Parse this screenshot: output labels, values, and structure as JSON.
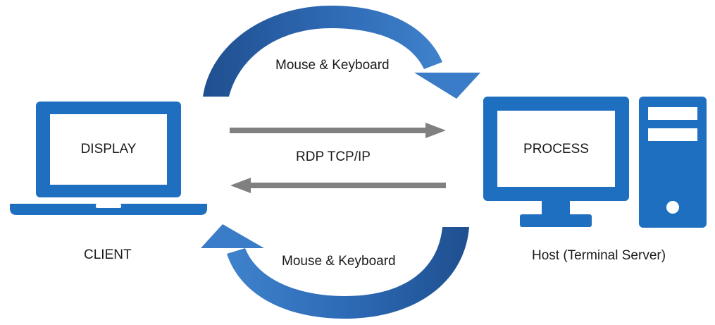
{
  "labels": {
    "top_arrow": "Mouse & Keyboard",
    "bottom_arrow": "Mouse & Keyboard",
    "protocol": "RDP TCP/IP",
    "client_screen": "DISPLAY",
    "host_screen": "PROCESS",
    "client_caption": "CLIENT",
    "host_caption": "Host (Terminal Server)"
  },
  "colors": {
    "device_blue": "#1f6fc1",
    "arrow_blue_light": "#3f7fc8",
    "arrow_blue_dark": "#1f4f8f",
    "line_gray": "#808080",
    "screen_fill": "#ffffff"
  },
  "icons": {
    "client": "laptop-icon",
    "host": "desktop-computer-icon"
  }
}
